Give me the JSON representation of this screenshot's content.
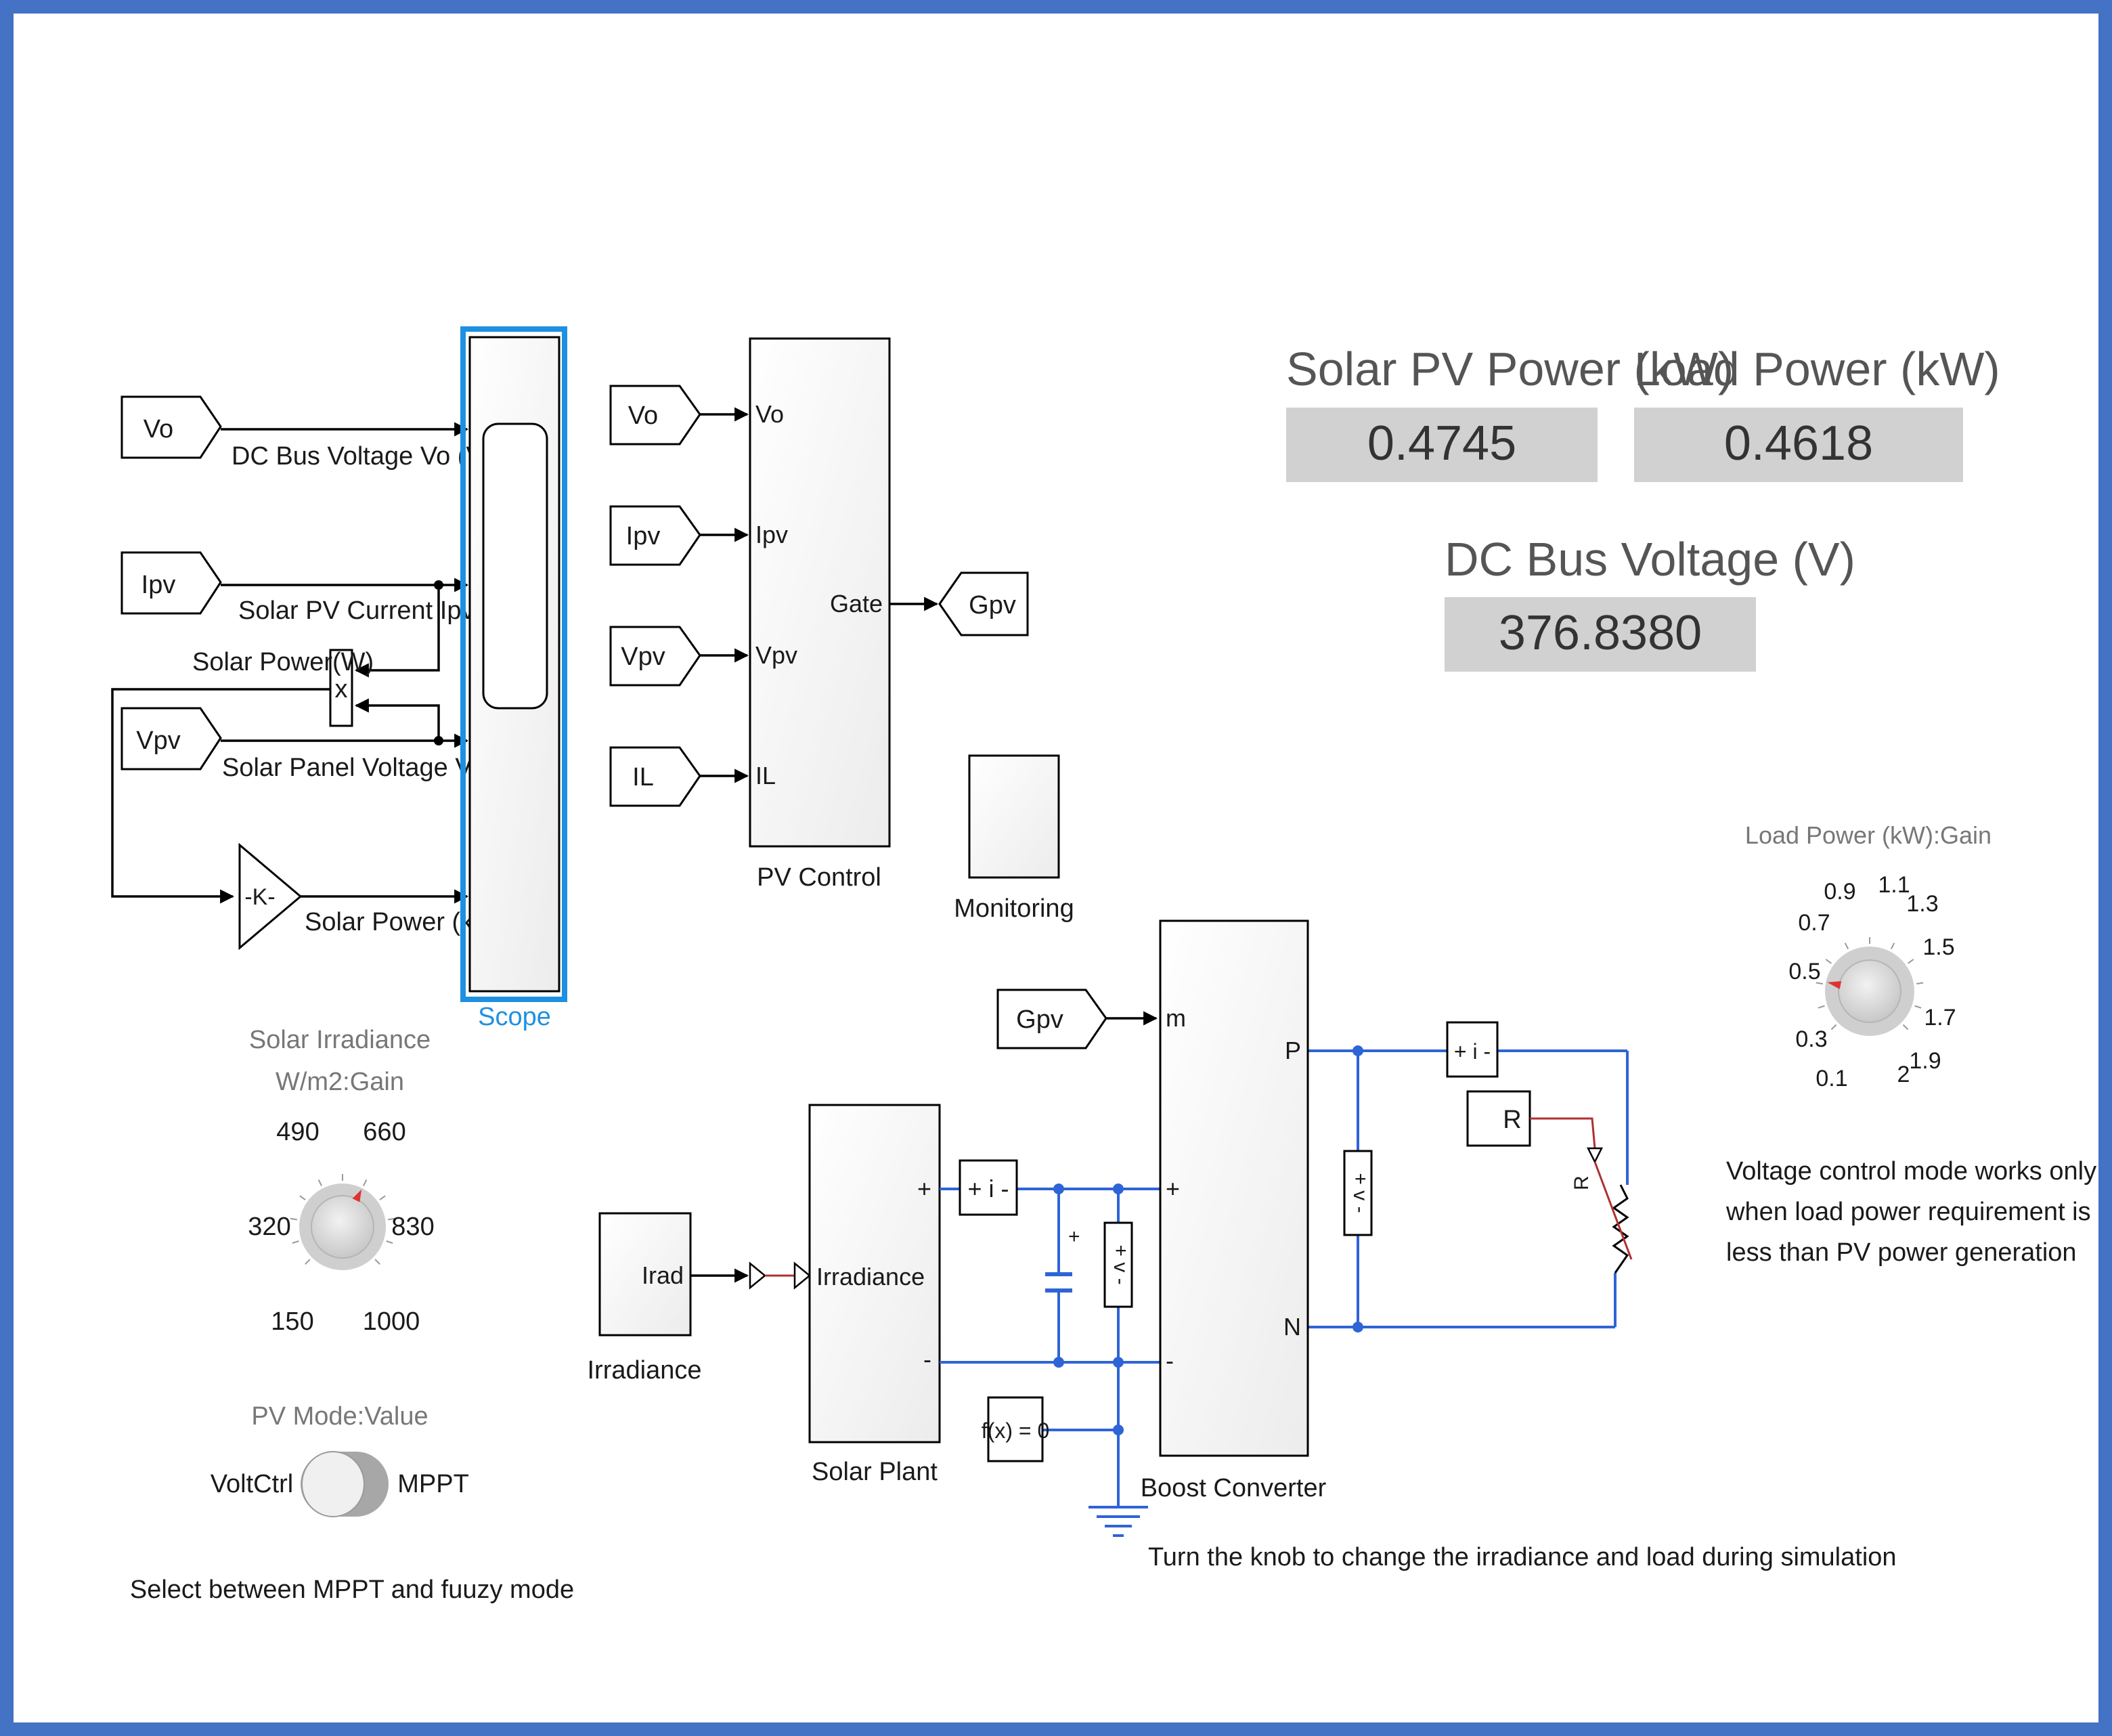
{
  "colors": {
    "frame": "#4472c4",
    "scope_highlight": "#1e90e0",
    "wire_electrical": "#2e64d6",
    "wire_signal": "#000000",
    "resistor": "#c0392b",
    "display_bg": "#d1d1d1"
  },
  "displays": {
    "solar_pv_power": {
      "title": "Solar PV Power (kW)",
      "value": "0.4745"
    },
    "load_power": {
      "title": "Load Power (kW)",
      "value": "0.4618"
    },
    "dc_bus_voltage": {
      "title": "DC Bus Voltage (V)",
      "value": "376.8380"
    }
  },
  "scope": {
    "name": "Scope",
    "from_tags": [
      "Vo",
      "Ipv",
      "Vpv"
    ],
    "signal_labels": [
      "DC Bus Voltage Vo (V)",
      "Solar PV Current Ipv (A)",
      "Solar Power(W)",
      "Solar Panel Voltage Vpv (V)",
      "Solar Power (kW)"
    ],
    "product_symbol": "x",
    "gain_symbol": "-K-"
  },
  "pv_control": {
    "name": "PV Control",
    "from_tags": [
      "Vo",
      "Ipv",
      "Vpv",
      "IL"
    ],
    "inputs": [
      "Vo",
      "Ipv",
      "Vpv",
      "IL"
    ],
    "output": "Gate",
    "goto_tag": "Gpv"
  },
  "monitoring": {
    "name": "Monitoring"
  },
  "irradiance_knob": {
    "title_line1": "Solar Irradiance",
    "title_line2": "W/m2:Gain",
    "ticks": [
      "150",
      "320",
      "490",
      "660",
      "830",
      "1000"
    ],
    "value": 660
  },
  "pv_mode": {
    "title": "PV Mode:Value",
    "left": "VoltCtrl",
    "right": "MPPT",
    "selected": "MPPT",
    "caption": "Select between MPPT  and fuuzy mode"
  },
  "load_knob": {
    "title": "Load Power (kW):Gain",
    "ticks": [
      "0.1",
      "0.3",
      "0.5",
      "0.7",
      "0.9",
      "1.1",
      "1.3",
      "1.5",
      "1.7",
      "1.9",
      "2"
    ],
    "value": 0.5
  },
  "blocks": {
    "irradiance_block": {
      "port": "Irad",
      "name": "Irradiance"
    },
    "solar_plant": {
      "port": "Irradiance",
      "plus": "+",
      "minus": "-",
      "name": "Solar Plant"
    },
    "boost_converter": {
      "in_m": "m",
      "in_plus": "+",
      "in_minus": "-",
      "out_p": "P",
      "out_n": "N",
      "name": "Boost Converter"
    },
    "gpv_from": "Gpv",
    "current_sensor": "+ i -",
    "current_sensor2": "+ i -",
    "voltage_sensor": "+ v -",
    "solver": "f(x) = 0",
    "load_r": "R",
    "var_resistor_label": "R",
    "capacitor_plus": "+"
  },
  "notes": {
    "voltage_mode_line1": "Voltage control mode works only",
    "voltage_mode_line2": "when load power requirement is",
    "voltage_mode_line3": "less than PV power generation",
    "knob_hint": "Turn the knob to change the irradiance and load during simulation"
  }
}
